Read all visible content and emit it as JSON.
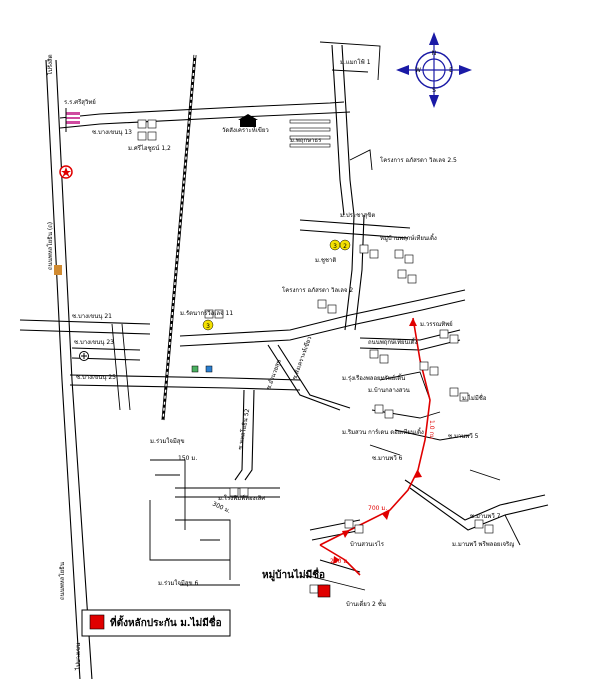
{
  "labels": {
    "highway_top": "ไปรังสิต",
    "highway_bottom": "ไปบางเขน",
    "highway_name": "ถนนพหลโยธิน",
    "highway_name_top": "ถนนพหลโยธิน (ถ)",
    "school": "ร.ร.ศรีสุวิทย์",
    "soi13": "ซ.บางเขนนุ 13",
    "srisuk": "ม.ศรีไฮซูธน์ 1,2",
    "temple": "วัดสังเคราะห์เขียว",
    "maeklong": "ม.แมกโฟ้ 1",
    "phahon": "ม.พฤกษาธร",
    "project_25": "โครงการ อภัสรดา วิลเลจ 2.5",
    "pranakhon": "ม.ประชาสุขิต",
    "chuchart": "ม.ชูชาติ",
    "baan_pakeht": "หมู่บ้านพฤกษ์เทียนเติ้ง",
    "project_2": "โครงการ อภัสรดา วิลเลจ 2",
    "soi21": "ซ.บางเขนนุ 21",
    "soi23": "ซ.บางเขนนุ 23",
    "soi25": "ซ.บางเขนนุ 25",
    "rattanakorn": "ม.รัตนากรวิลเลจ 11",
    "wanrakpat": "ม.วรรณทิพย์",
    "thanon_pakeht": "ถนนพฤกษ์เทียนเติ้ง",
    "rungrueang": "ม.รุ่งเรืองพลอยทรัพย์เติ้น",
    "baan_klangsuan": "ม.บ้านกลางสวน",
    "mai_mi_chue": "ม.ไม่มีชื่อ",
    "rimsuan": "ม.ริมสวน การ์เดน ดอยเทียนเติ้ง",
    "soi_manprawee": "ซ.มานพวี 5",
    "soi_manprawee6": "ซ.มานพวี 6",
    "dist_1km": "1.0 กม",
    "dist_700": "700 ม.",
    "dist_250": "250 ม.",
    "dist_300": "300 ม.",
    "dist_150": "150 ม.",
    "ruamsuk": "ม.ร่วมใจมีสุข",
    "ruamsuk6": "ม.ร่วมใจมีสุข 6",
    "rongpim": "ม.โรงพิมพ์ทองเลิศ",
    "soi_amnuay": "ซ.อำนวยสุข",
    "soi_sangkhaw": "ซ.สังเคราะห์เขียว",
    "soi_kor": "ซ.พหลโยธิน 52",
    "mu_ban_mai_mi_chue": "หมู่บ้านไม่มีชื่อ",
    "baan_suan_rai": "บ้านสวนเรไร",
    "manprawee_khem": "ม.มานพวี พรีพลอยเจริญ",
    "baan_dee": "บ้านเดี่ยว 2 ชั้น",
    "soi_man_7": "ซ.มานพวี 7"
  },
  "markers": {
    "circle1": "3",
    "circle2": "2",
    "circle3": "3"
  },
  "compass": {
    "north": "N",
    "east": "E",
    "south": "S",
    "west": "W"
  },
  "legend": {
    "text": "ที่ตั้งหลักประกัน ม.ไม่มีชื่อ",
    "color": "#e00000"
  },
  "colors": {
    "route": "#e00000",
    "road": "#000000",
    "flag": "#d04aa0",
    "compass": "#1a1aa6"
  }
}
